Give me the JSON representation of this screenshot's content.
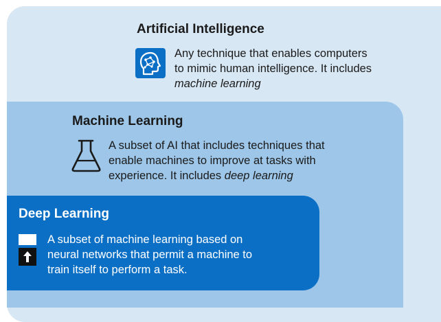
{
  "ai": {
    "title": "Artificial Intelligence",
    "desc_line1": "Any technique that enables computers",
    "desc_line2": "to mimic human intelligence. It includes",
    "desc_line3": "machine learning"
  },
  "ml": {
    "title": "Machine Learning",
    "desc_line1": "A subset of AI that includes techniques that",
    "desc_line2": "enable machines to improve at tasks with",
    "desc_line3_prefix": "experience. It includes ",
    "desc_line3_em": "deep learning"
  },
  "dl": {
    "title": "Deep Learning",
    "desc_line1": "A subset of machine learning based on",
    "desc_line2": "neural networks that permit a machine to",
    "desc_line3": "train itself to perform a task."
  },
  "colors": {
    "ai_background": "#d8e7f4",
    "ml_background": "#9dc6e8",
    "dl_background": "#0b6fc5",
    "ai_icon_color": "#0b6fc5"
  },
  "icons": {
    "ai": "brain-head-icon",
    "ml": "flask-icon",
    "dl": "upload-arrow-icon"
  }
}
